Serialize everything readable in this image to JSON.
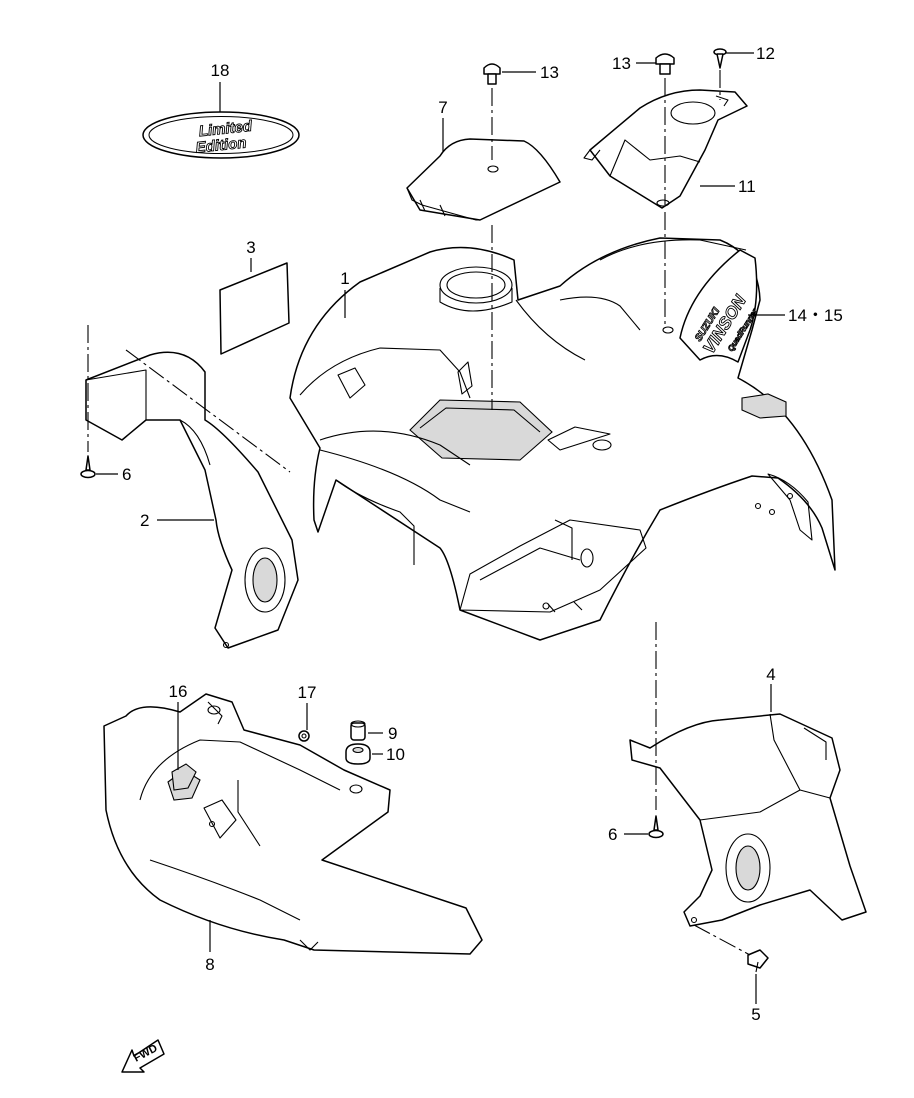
{
  "callouts": {
    "p1": "1",
    "p2": "2",
    "p3": "3",
    "p4": "4",
    "p5": "5",
    "p6a": "6",
    "p6b": "6",
    "p7": "7",
    "p8": "8",
    "p9": "9",
    "p10": "10",
    "p11": "11",
    "p12": "12",
    "p13a": "13",
    "p13b": "13",
    "p14": "14・15",
    "p16": "16",
    "p17": "17",
    "p18": "18"
  },
  "decal18": {
    "line1": "Limited",
    "line2": "Edition"
  },
  "decal14": {
    "brand": "SUZUKI",
    "model": "VINSON",
    "tag": "QuadRunner"
  },
  "fwd_label": "FWD"
}
